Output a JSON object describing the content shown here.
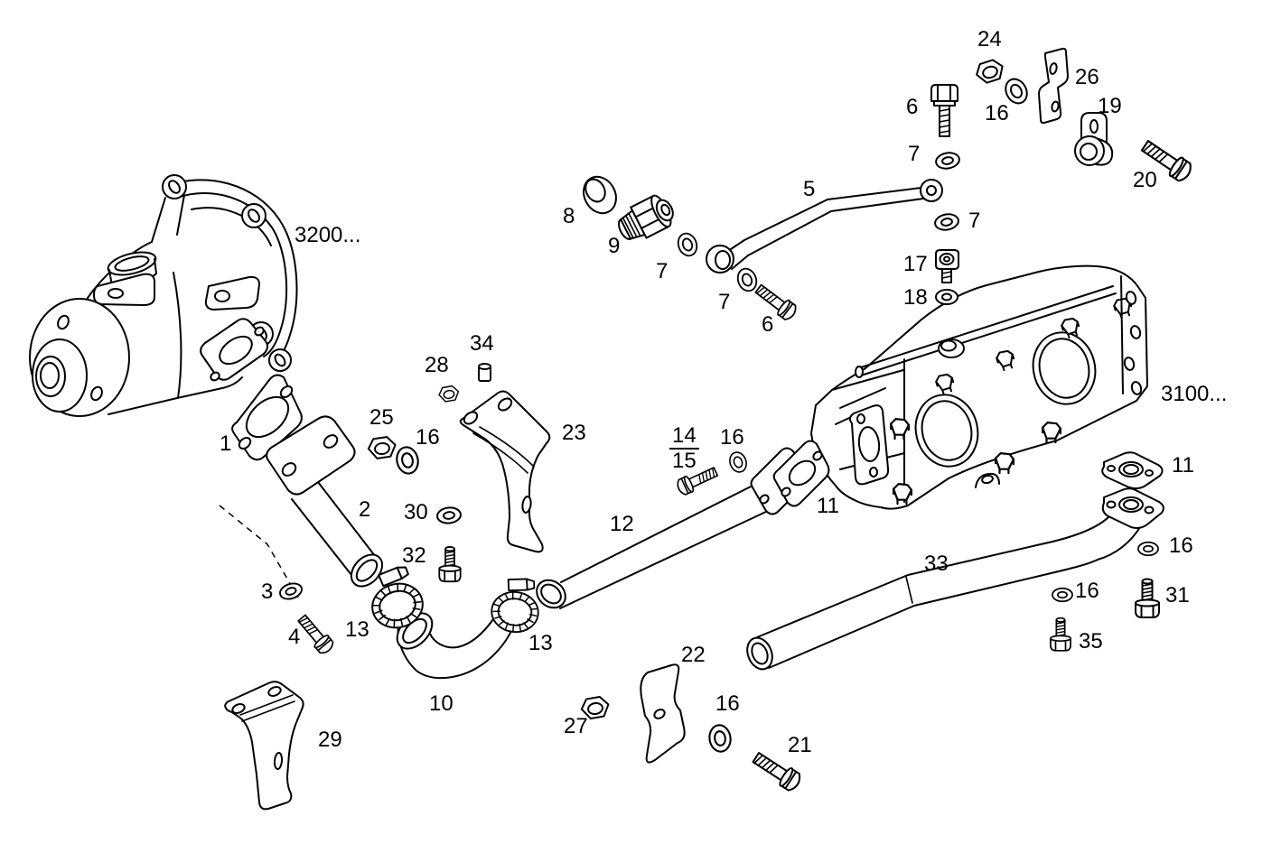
{
  "figure": {
    "background_color": "#ffffff",
    "line_color": "#000000",
    "kind": "exploded-parts-diagram"
  },
  "labels": {
    "n1": {
      "text": "1"
    },
    "n2": {
      "text": "2"
    },
    "n3": {
      "text": "3"
    },
    "n4": {
      "text": "4"
    },
    "n5": {
      "text": "5"
    },
    "n6": {
      "text": "6"
    },
    "n7": {
      "text": "7"
    },
    "n8": {
      "text": "8"
    },
    "n9": {
      "text": "9"
    },
    "n10": {
      "text": "10"
    },
    "n11": {
      "text": "11"
    },
    "n12": {
      "text": "12"
    },
    "n13": {
      "text": "13"
    },
    "n14": {
      "text": "14"
    },
    "n15": {
      "text": "15"
    },
    "n16": {
      "text": "16"
    },
    "n17": {
      "text": "17"
    },
    "n18": {
      "text": "18"
    },
    "n19": {
      "text": "19"
    },
    "n20": {
      "text": "20"
    },
    "n21": {
      "text": "21"
    },
    "n22": {
      "text": "22"
    },
    "n23": {
      "text": "23"
    },
    "n24": {
      "text": "24"
    },
    "n25": {
      "text": "25"
    },
    "n26": {
      "text": "26"
    },
    "n27": {
      "text": "27"
    },
    "n28": {
      "text": "28"
    },
    "n29": {
      "text": "29"
    },
    "n30": {
      "text": "30"
    },
    "n31": {
      "text": "31"
    },
    "n32": {
      "text": "32"
    },
    "n33": {
      "text": "33"
    },
    "n34": {
      "text": "34"
    },
    "n35": {
      "text": "35"
    },
    "ref3200": {
      "text": "3200..."
    },
    "ref3100": {
      "text": "3100..."
    }
  }
}
